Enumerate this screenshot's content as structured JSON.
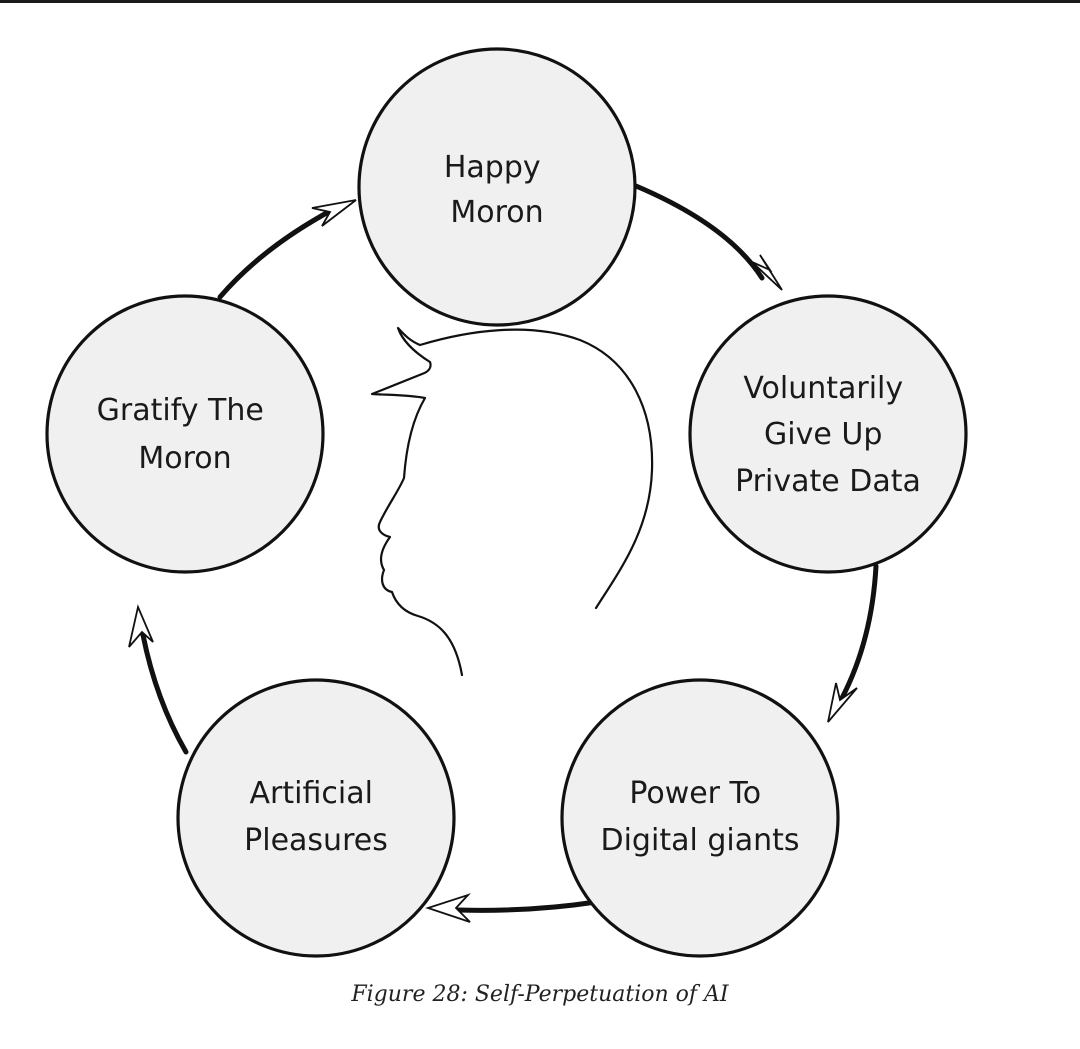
{
  "nodes": [
    {
      "id": "happy-moron",
      "lines": [
        "Happy",
        "Moron"
      ]
    },
    {
      "id": "voluntarily-give-up-private-data",
      "lines": [
        "Voluntarily",
        "Give Up",
        "Private Data"
      ]
    },
    {
      "id": "power-to-digital-giants",
      "lines": [
        "Power To",
        "Digital giants"
      ]
    },
    {
      "id": "artificial-pleasures",
      "lines": [
        "Artificial",
        "Pleasures"
      ]
    },
    {
      "id": "gratify-the-moron",
      "lines": [
        "Gratify The",
        "Moron"
      ]
    }
  ],
  "caption": "Figure 28: Self-Perpetuation of AI",
  "colors": {
    "node_fill": "#f0f0f0",
    "stroke": "#111111",
    "arrowhead_fill": "#ffffff"
  }
}
